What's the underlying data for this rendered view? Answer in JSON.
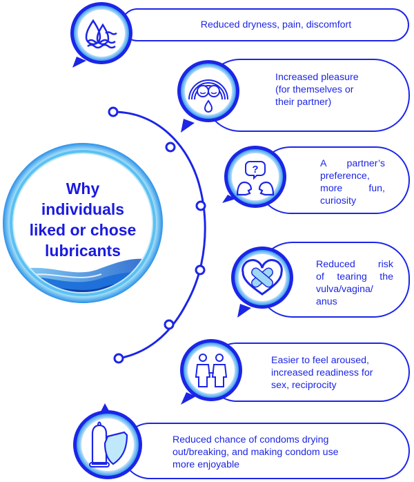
{
  "hub": {
    "title_lines": [
      "Why",
      "individuals",
      "liked or chose",
      "lubricants"
    ]
  },
  "reasons": [
    {
      "id": "dryness",
      "icon": "water-drops-icon",
      "lines": [
        "Reduced dryness, pain, discomfort"
      ]
    },
    {
      "id": "pleasure",
      "icon": "smiling-faces-icon",
      "lines": [
        "Increased pleasure",
        "(for themselves or",
        "their partner)"
      ]
    },
    {
      "id": "partner",
      "icon": "conversation-question-icon",
      "lines": [
        "A partner’s",
        "preference,",
        "more fun,",
        "curiosity"
      ]
    },
    {
      "id": "tearing",
      "icon": "heart-bandage-icon",
      "lines": [
        "Reduced risk",
        "of tearing the",
        "vulva/vagina/",
        "anus"
      ]
    },
    {
      "id": "aroused",
      "icon": "couple-icon",
      "lines": [
        "Easier to feel aroused,",
        "increased readiness for",
        "sex, reciprocity"
      ]
    },
    {
      "id": "condoms",
      "icon": "condom-shield-icon",
      "lines": [
        "Reduced chance of condoms drying",
        "out/breaking, and making condom use",
        "more enjoyable"
      ]
    }
  ],
  "colors": {
    "primary": "#1c25e6",
    "accent": "#00a8e8",
    "light": "#bfe9fb",
    "dark": "#101a98"
  }
}
